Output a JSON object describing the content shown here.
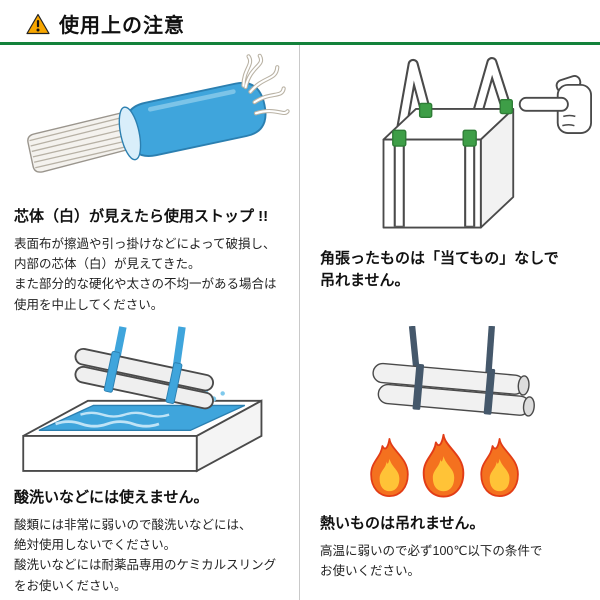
{
  "header": {
    "title": "使用上の注意",
    "icon": "warning-triangle"
  },
  "sections": {
    "core_exposed": {
      "heading": "芯体（白）が見えたら使用ストップ !!",
      "body_lines": [
        "表面布が擦過や引っ掛けなどによって破損し、",
        "内部の芯体（白）が見えてきた。",
        "また部分的な硬化や太さの不均一がある場合は",
        "使用を中止してください。"
      ],
      "illustration": "blue-sling-with-exposed-white-core"
    },
    "angular_load": {
      "heading_lines": [
        "角張ったものは「当てもの」なしで",
        "吊れません。"
      ],
      "illustration": "strapped-box-with-pointing-hand"
    },
    "acid_wash": {
      "heading": "酸洗いなどには使えません。",
      "body_lines": [
        "酸類には非常に弱いので酸洗いなどには、",
        "絶対使用しないでください。",
        "酸洗いなどには耐薬品専用のケミカルスリング",
        "をお使いください。"
      ],
      "illustration": "logs-dipped-in-acid-bath"
    },
    "hot_load": {
      "heading": "熱いものは吊れません。",
      "body_lines": [
        "高温に弱いので必ず100℃以下の条件で",
        "お使いください。"
      ],
      "illustration": "pipes-suspended-over-flames"
    }
  },
  "colors": {
    "rule_green": "#13823b",
    "divider_gray": "#c9c9c9",
    "sling_blue": "#3fa5dc",
    "corner_pad_green": "#3e9e47",
    "flame_orange": "#f4711f",
    "flame_inner_yellow": "#ffc337",
    "warning_yellow": "#f7a600",
    "outline_gray": "#4a4a4a"
  }
}
